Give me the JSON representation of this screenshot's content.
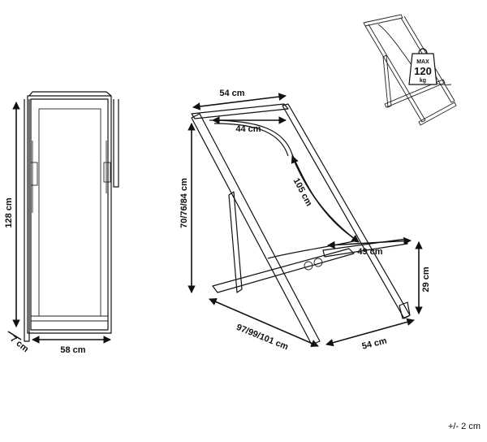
{
  "labels": {
    "height": "128 cm",
    "depth_small": "7 cm",
    "width_front": "58 cm",
    "top_width": "54 cm",
    "seat_inner_width": "44 cm",
    "height_side": "70/76/84 cm",
    "fabric_length": "105 cm",
    "seat_width": "49 cm",
    "seat_height": "29 cm",
    "depth_options": "97/99/101 cm",
    "bottom_width": "54 cm"
  },
  "badge": {
    "line1": "MAX",
    "line2": "120",
    "line3": "kg"
  },
  "tolerance": "+/- 2 cm"
}
